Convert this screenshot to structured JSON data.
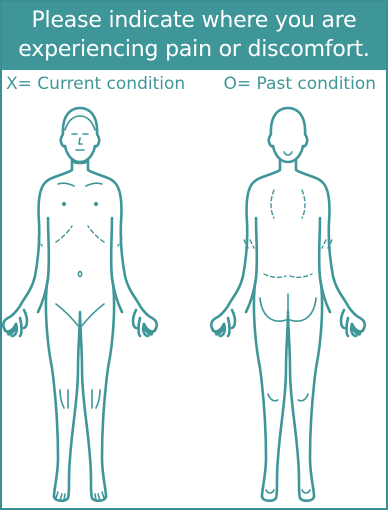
{
  "header": {
    "line1": "Please indicate where you are",
    "line2": "experiencing pain or discomfort."
  },
  "legend": {
    "current": "X= Current condition",
    "past": "O= Past condition"
  },
  "colors": {
    "accent": "#3f9699",
    "banner_text": "#ffffff",
    "background": "#ffffff"
  },
  "figures": {
    "front": "front-body-diagram",
    "back": "back-body-diagram"
  }
}
